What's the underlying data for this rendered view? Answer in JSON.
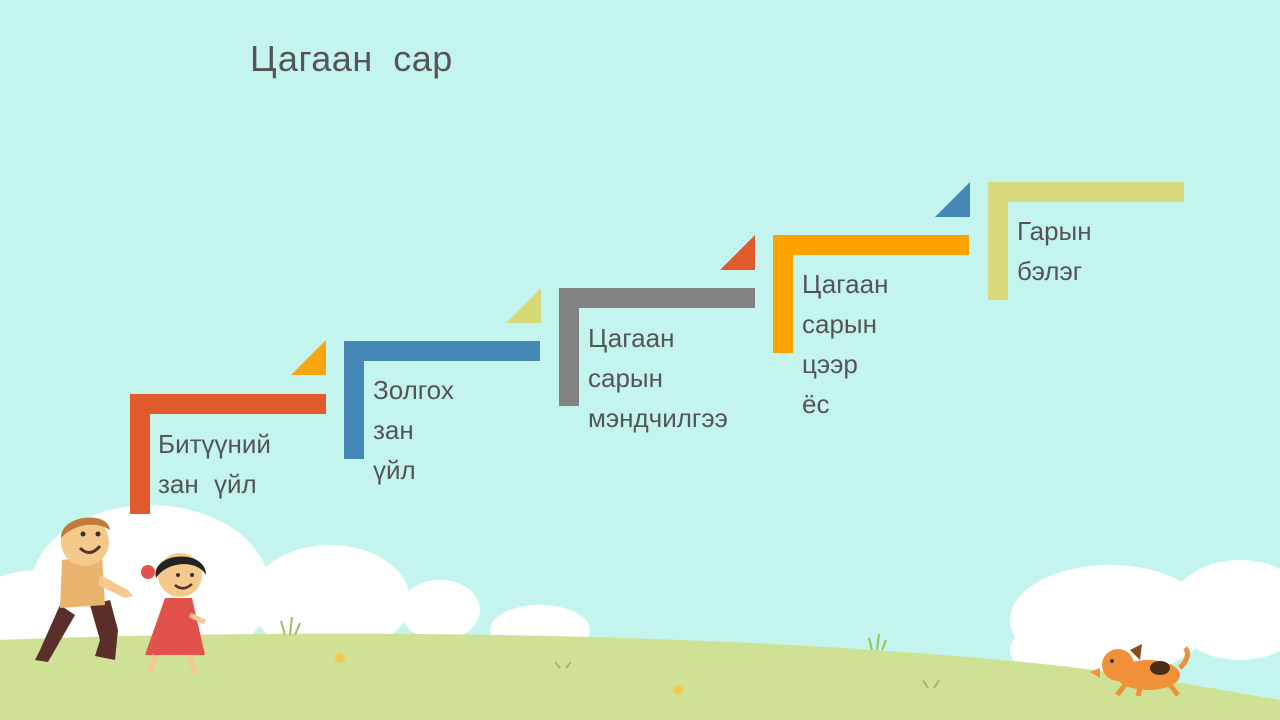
{
  "slide": {
    "title": "Цагаан  сар",
    "steps": [
      {
        "label": "Битүүний\nзан  үйл",
        "color": "#e15a2b",
        "accent": "#f7a511"
      },
      {
        "label": "Золгох  зан\nүйл",
        "color": "#4688b5",
        "accent": "#d7d878"
      },
      {
        "label": "Цагаан\nсарын\nмэндчилгээ",
        "color": "#828282",
        "accent": "#e15a2b"
      },
      {
        "label": "Цагаан\nсарын  цээр\nёс",
        "color": "#ffa200",
        "accent": "#4688b5"
      },
      {
        "label": "Гарын\nбэлэг",
        "color": "#dada7a",
        "accent": ""
      }
    ]
  },
  "colors": {
    "background": "#c4f4ee",
    "grass": "#cfe195",
    "cloud": "#ffffff"
  }
}
